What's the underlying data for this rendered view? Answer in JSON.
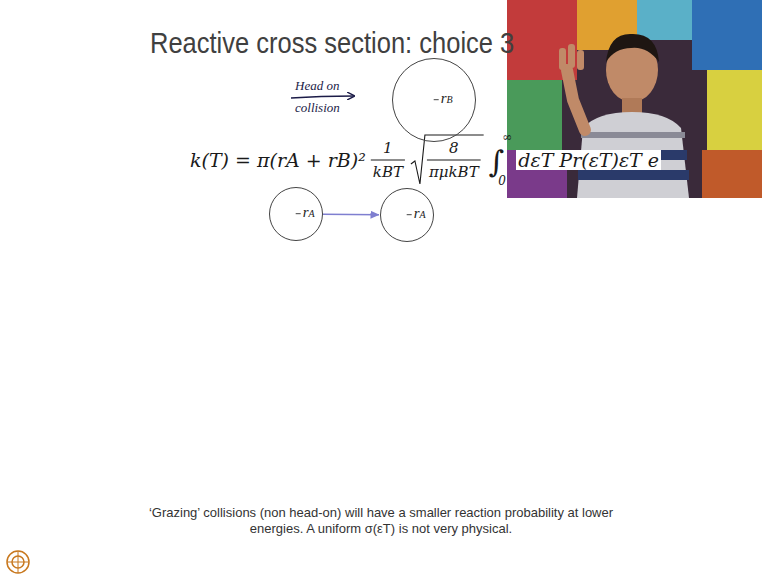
{
  "diagram": {
    "title": "Reactive cross section: choice 3",
    "caption": "‘Grazing’ collisions (non head-on) will have a smaller reaction probability at lower energies. A uniform σ(εT) is not very physical.",
    "nodes": [
      {
        "text": [
          "rB"
        ]
      },
      {
        "text": [
          "rA"
        ]
      },
      {
        "text": [
          "rA"
        ]
      }
    ],
    "edges": [
      {
        "from": 1,
        "to": 2,
        "arrow": "to"
      }
    ],
    "labels": [
      "k(T) = π(rA + rB)²",
      "1",
      "kBT",
      "8",
      "πμkBT",
      "∫",
      "∞",
      "0",
      "dεT Pr(εT)εT e",
      "Head on collision"
    ]
  }
}
